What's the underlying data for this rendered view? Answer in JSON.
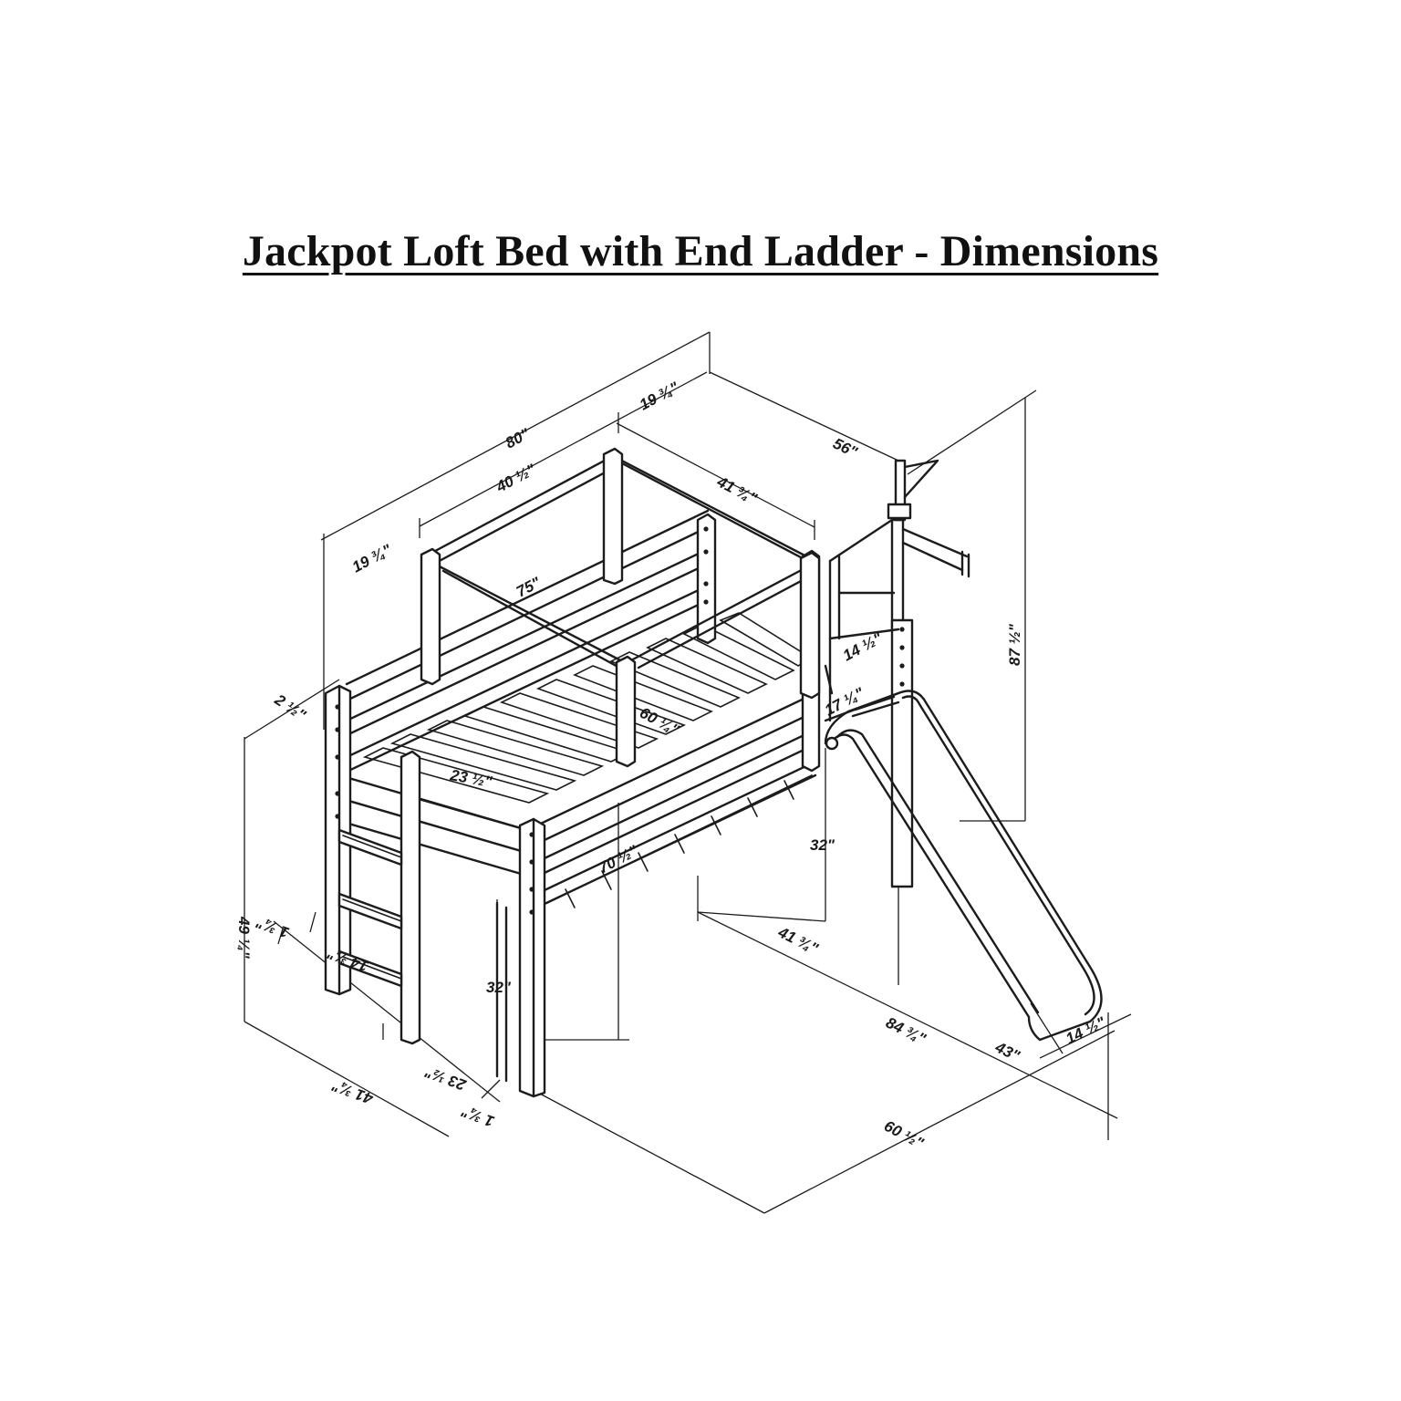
{
  "title": "Jackpot Loft Bed with End Ladder - Dimensions",
  "colors": {
    "ink": "#1c1c1c",
    "background": "#ffffff"
  },
  "dimensions": {
    "overall_length": "80\"",
    "top_offset_right": "19 ¾\"",
    "canopy_length": "40 ½\"",
    "top_offset_left": "19 ¾\"",
    "overall_width": "56\"",
    "canopy_width": "41 ¾\"",
    "mattress_length": "75\"",
    "post_top": "2 ½\"",
    "overall_height": "87 ½\"",
    "tower_rail": "14 ½\"",
    "guard_rail": "17 ¼\"",
    "inner_rail": "60 ¼\"",
    "ladder_width_inner": "23 ½\"",
    "side_rail_length": "70 ½\"",
    "bed_height": "49 ¼\"",
    "clearance_right": "32\"",
    "clearance_left": "32\"",
    "slide_offset": "41 ¾\"",
    "slide_run": "84 ¾\"",
    "slide_length": "43\"",
    "slide_width": "14 ½\"",
    "base_width": "60 ½\"",
    "end_post_a": "1 ¾\"",
    "ladder_gap": "14 ¾\"",
    "ladder_width": "23 ½\"",
    "end_post_b": "1 ¾\"",
    "end_width": "41 ¾\""
  }
}
